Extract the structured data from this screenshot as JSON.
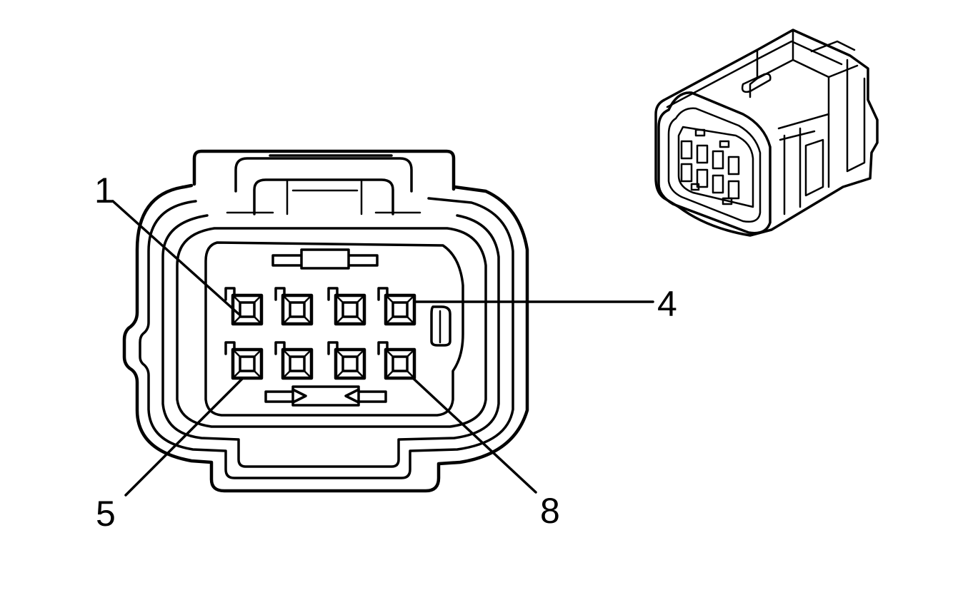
{
  "diagram": {
    "colors": {
      "line": "#000000",
      "background": "#ffffff"
    },
    "pin_labels": {
      "pin_1": "1",
      "pin_4": "4",
      "pin_5": "5",
      "pin_8": "8"
    }
  }
}
